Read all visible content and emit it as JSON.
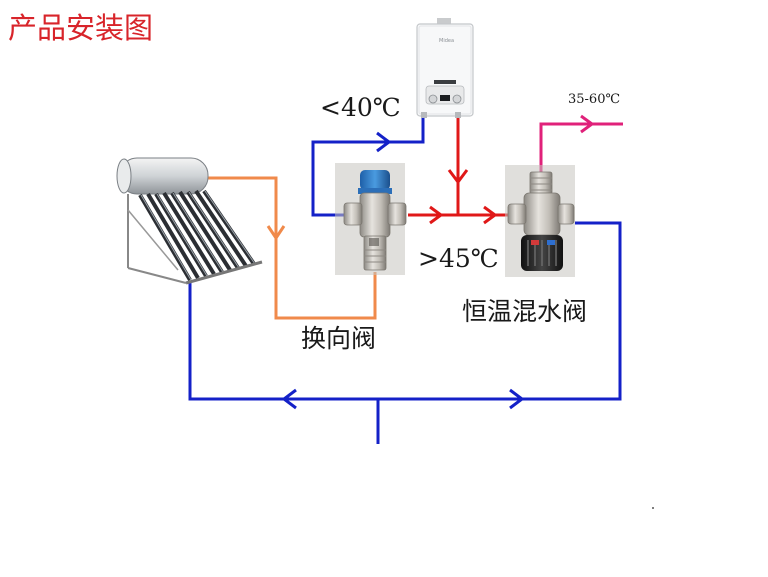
{
  "diagram": {
    "title": "产品安装图",
    "labels": {
      "cold_inlet_temp": "<40℃",
      "hot_outlet_temp": ">45℃",
      "mixed_outlet_temp": "35-60℃",
      "diverter_valve": "换向阀",
      "thermostatic_mixing_valve": "恒温混水阀"
    },
    "components": [
      "solar-water-heater",
      "gas-water-heater",
      "diverter-valve",
      "thermostatic-mixing-valve"
    ],
    "colors": {
      "title": "#d8242a",
      "cold_pipe": "#1421c8",
      "hot_pipe": "#e01818",
      "solar_pipe": "#f08a4b",
      "mixed_pipe": "#e0217a"
    }
  }
}
